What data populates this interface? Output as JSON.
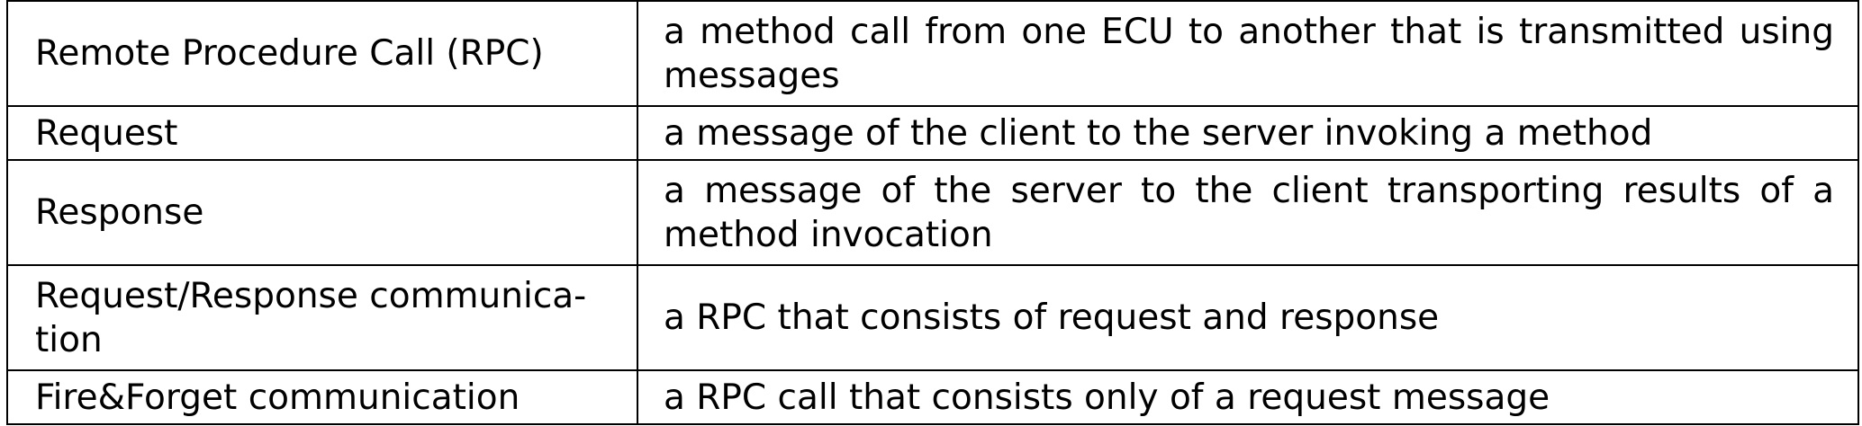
{
  "table": {
    "rows": [
      {
        "term": "Remote Procedure Call (RPC)",
        "definition": "a method call from one ECU to another that is transmitted using messages"
      },
      {
        "term": "Request",
        "definition": "a message of the client to the server invoking a method"
      },
      {
        "term": "Response",
        "definition": "a message of the server to the client transporting results of a method invocation"
      },
      {
        "term": "Request/Response communica-tion",
        "definition": "a RPC that consists of request and response"
      },
      {
        "term": "Fire&Forget communication",
        "definition": "a RPC call that consists only of a request message"
      }
    ]
  }
}
